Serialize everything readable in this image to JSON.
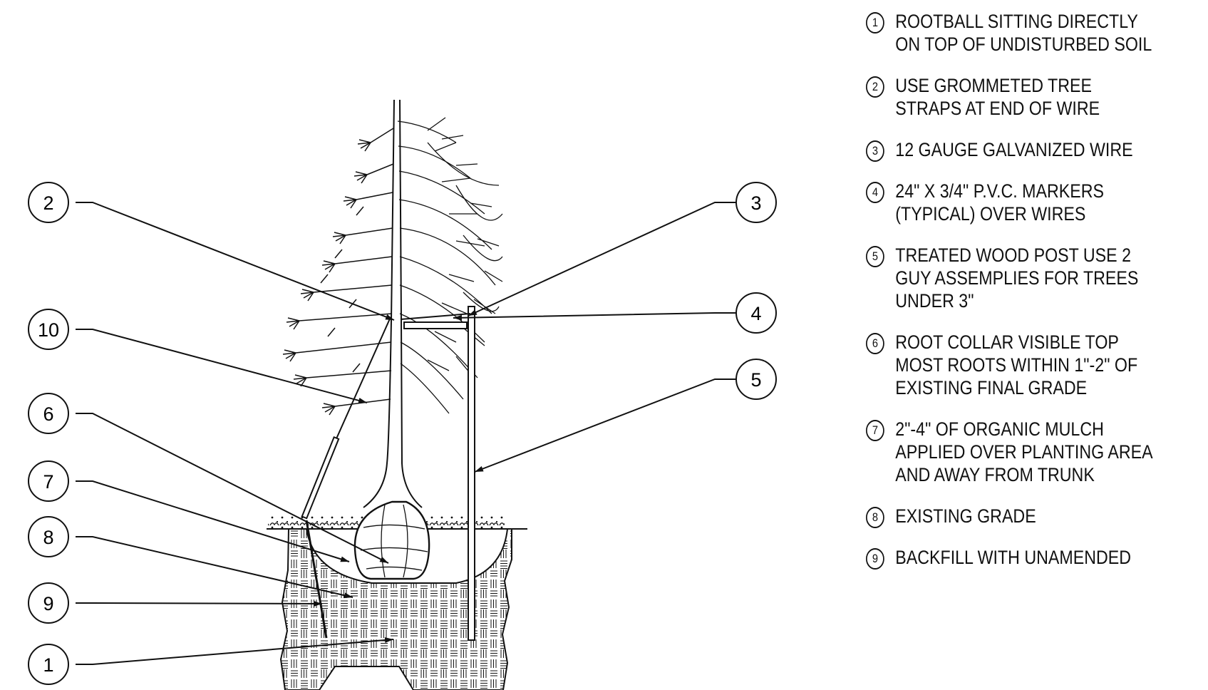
{
  "callouts": [
    {
      "num": "2"
    },
    {
      "num": "10"
    },
    {
      "num": "6"
    },
    {
      "num": "7"
    },
    {
      "num": "8"
    },
    {
      "num": "9"
    },
    {
      "num": "1"
    },
    {
      "num": "3"
    },
    {
      "num": "4"
    },
    {
      "num": "5"
    }
  ],
  "notes": [
    {
      "num": "1",
      "lines": [
        "ROOTBALL SITTING DIRECTLY",
        "ON TOP OF UNDISTURBED SOIL"
      ]
    },
    {
      "num": "2",
      "lines": [
        "USE GROMMETED TREE",
        "STRAPS AT END OF WIRE"
      ]
    },
    {
      "num": "3",
      "lines": [
        "12 GAUGE GALVANIZED WIRE"
      ]
    },
    {
      "num": "4",
      "lines": [
        "24\" X 3/4\" P.V.C. MARKERS",
        "(TYPICAL) OVER WIRES"
      ]
    },
    {
      "num": "5",
      "lines": [
        "TREATED WOOD POST USE 2",
        "GUY ASSEMPLIES FOR TREES",
        "UNDER 3\""
      ]
    },
    {
      "num": "6",
      "lines": [
        "ROOT COLLAR VISIBLE TOP",
        "MOST ROOTS WITHIN 1\"-2\" OF",
        "EXISTING FINAL GRADE"
      ]
    },
    {
      "num": "7",
      "lines": [
        "2\"-4\" OF ORGANIC MULCH",
        "APPLIED OVER PLANTING AREA",
        "AND AWAY FROM TRUNK"
      ]
    },
    {
      "num": "8",
      "lines": [
        "EXISTING GRADE"
      ]
    },
    {
      "num": "9",
      "lines": [
        "BACKFILL WITH UNAMENDED"
      ]
    }
  ]
}
